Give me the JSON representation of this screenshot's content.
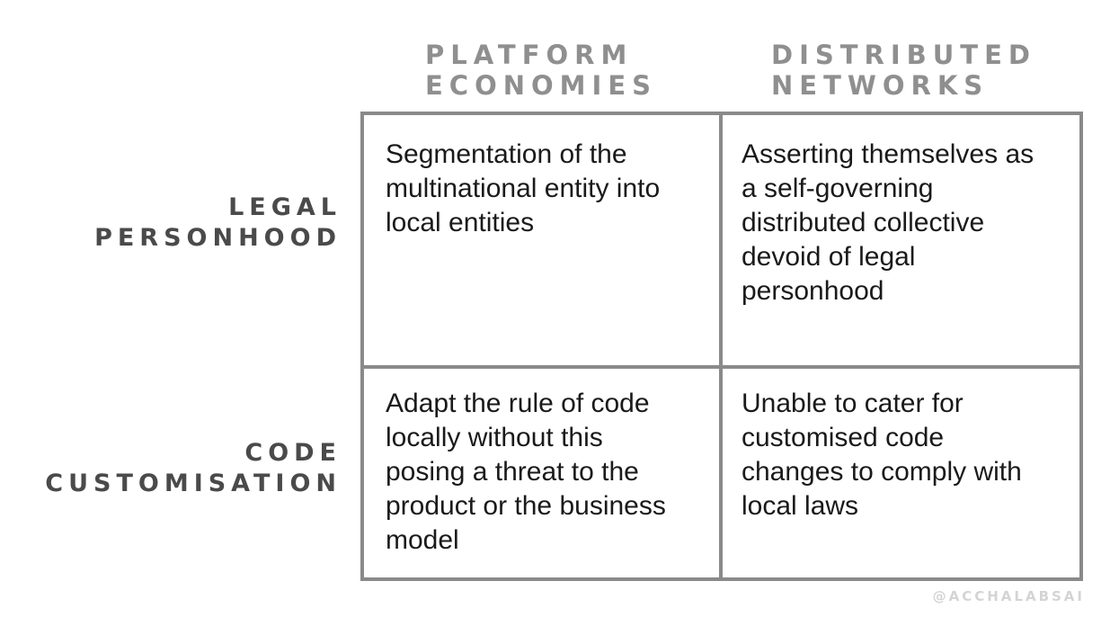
{
  "columns": [
    {
      "lines": [
        "PLATFORM",
        "ECONOMIES"
      ]
    },
    {
      "lines": [
        "DISTRIBUTED",
        "NETWORKS"
      ]
    }
  ],
  "rows": [
    {
      "lines": [
        "LEGAL",
        "PERSONHOOD"
      ]
    },
    {
      "lines": [
        "CODE",
        "CUSTOMISATION"
      ]
    }
  ],
  "cells": {
    "pe_legal": [
      "Segmentation of the",
      "multinational entity into",
      "local entities"
    ],
    "dn_legal": [
      "Asserting themselves as",
      "a self-governing",
      "distributed collective",
      "devoid of legal",
      "personhood"
    ],
    "pe_code": [
      "Adapt the rule of code",
      "locally without this",
      "posing a threat to the",
      "product or the business",
      "model"
    ],
    "dn_code": [
      "Unable to cater for",
      "customised code",
      "changes to comply with",
      "local laws"
    ]
  },
  "watermark": "@ACCHALABSAI"
}
